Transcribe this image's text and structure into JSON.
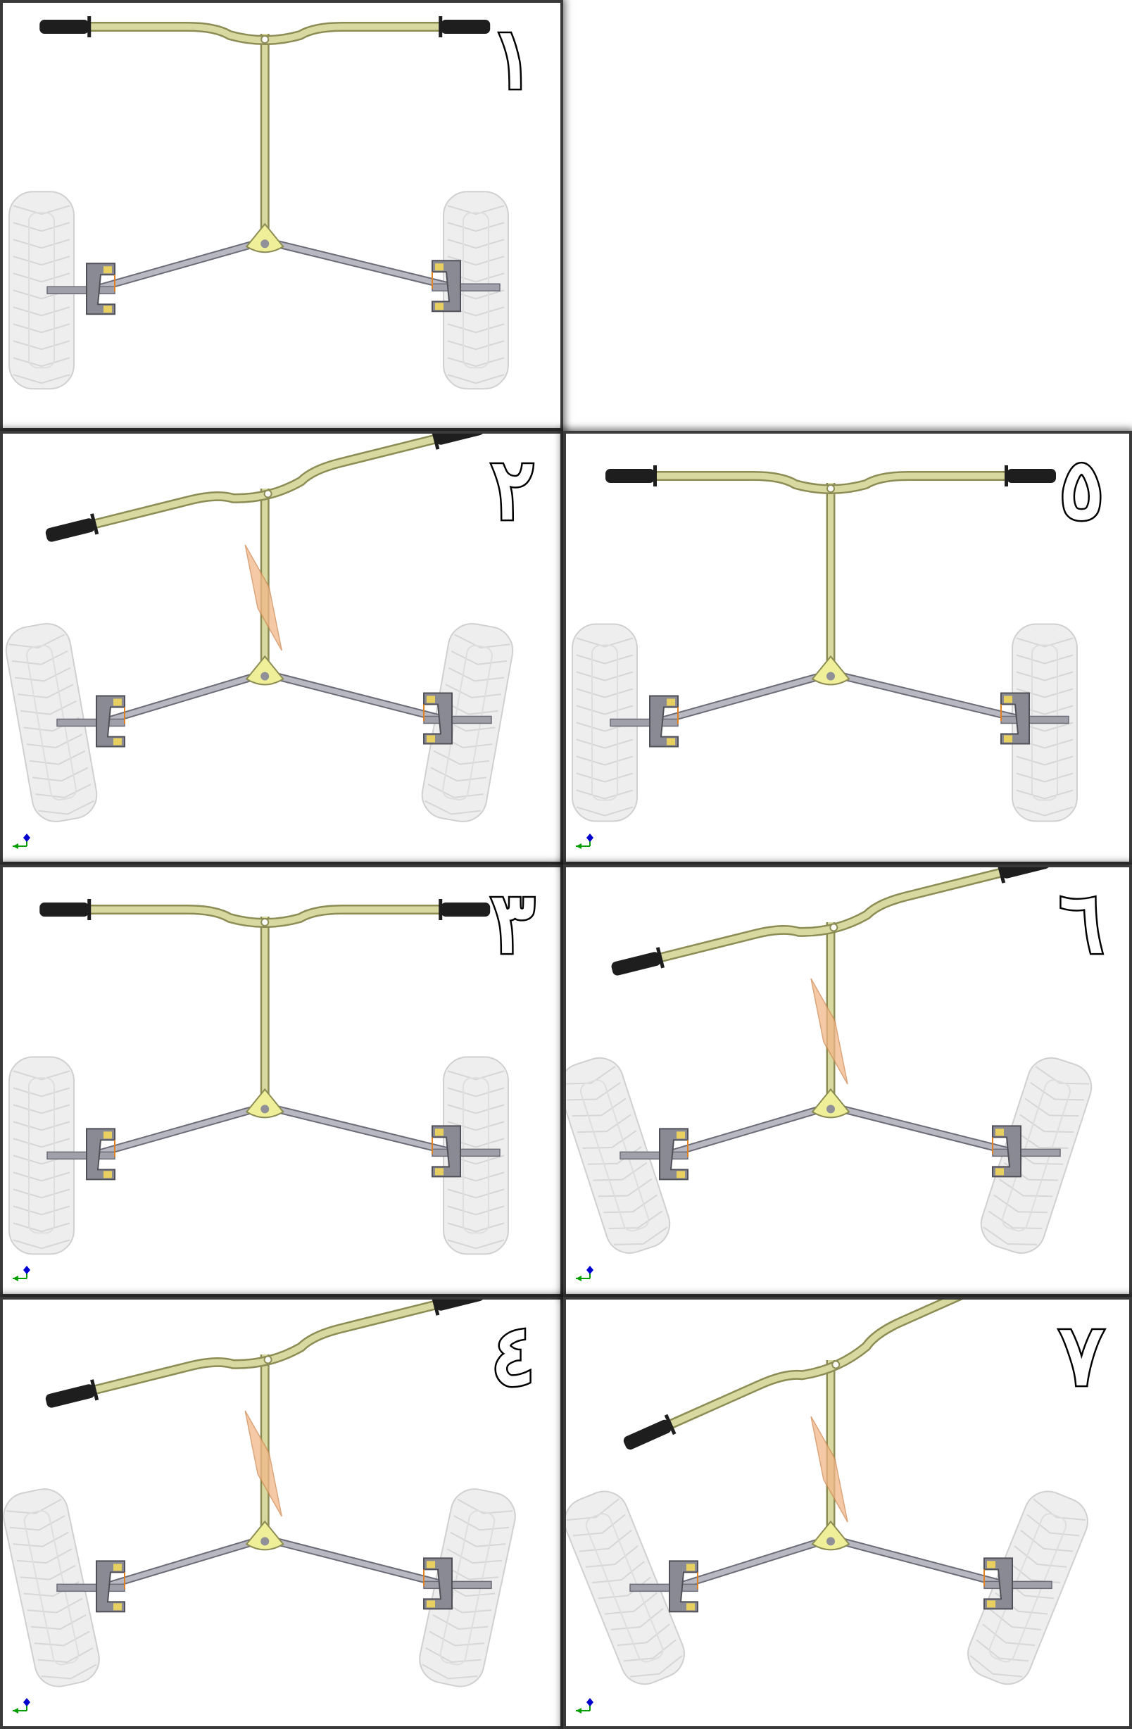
{
  "panels": [
    {
      "id": "p1",
      "label": "١",
      "steer": 0,
      "wheel_turn": 0,
      "show_axis": false,
      "view_tilt": 0
    },
    {
      "id": "p2",
      "label": "٢",
      "steer": 14,
      "wheel_turn": 10,
      "show_axis": true,
      "view_tilt": 1
    },
    {
      "id": "p3",
      "label": "٣",
      "steer": 0,
      "wheel_turn": 0,
      "show_axis": true,
      "view_tilt": 0
    },
    {
      "id": "p4",
      "label": "٤",
      "steer": 14,
      "wheel_turn": 12,
      "show_axis": true,
      "view_tilt": 1
    },
    {
      "id": "p5",
      "label": "٥",
      "steer": 0,
      "wheel_turn": 0,
      "show_axis": true,
      "view_tilt": 0
    },
    {
      "id": "p6",
      "label": "٦",
      "steer": 14,
      "wheel_turn": 18,
      "show_axis": true,
      "view_tilt": 1
    },
    {
      "id": "p7",
      "label": "٧",
      "steer": 24,
      "wheel_turn": 22,
      "show_axis": true,
      "view_tilt": 2
    }
  ],
  "colors": {
    "handlebar": "#d8d9a0",
    "handlebar_edge": "#8c8c55",
    "grip": "#1e1e1e",
    "rod": "#b8b8c2",
    "rod_edge": "#6c6c78",
    "knuckle": "#8a8a94",
    "tire": "#ececec",
    "tire_edge": "#c8c8c8",
    "plane": "#f2b888",
    "axis_x": "#00a000",
    "axis_z": "#0000d0"
  }
}
